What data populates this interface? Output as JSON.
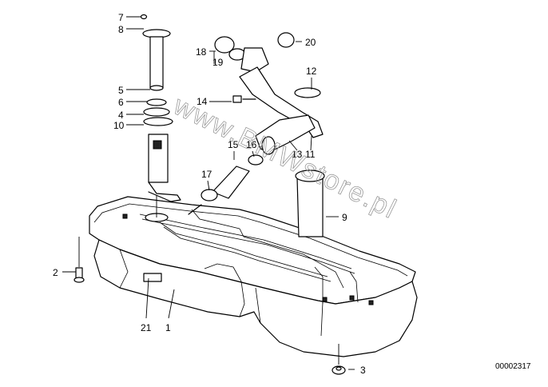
{
  "diagram": {
    "watermark": "www.BMWstore.pl",
    "drawing_number": "00002317",
    "callouts": {
      "c1": "1",
      "c2": "2",
      "c3": "3",
      "c4": "4",
      "c5": "5",
      "c6": "6",
      "c7": "7",
      "c8": "8",
      "c9": "9",
      "c10": "10",
      "c11": "11",
      "c12": "12",
      "c13": "13",
      "c14": "14",
      "c15": "15",
      "c16": "16",
      "c17": "17",
      "c18": "18",
      "c19": "19",
      "c20": "20",
      "c21": "21"
    }
  }
}
